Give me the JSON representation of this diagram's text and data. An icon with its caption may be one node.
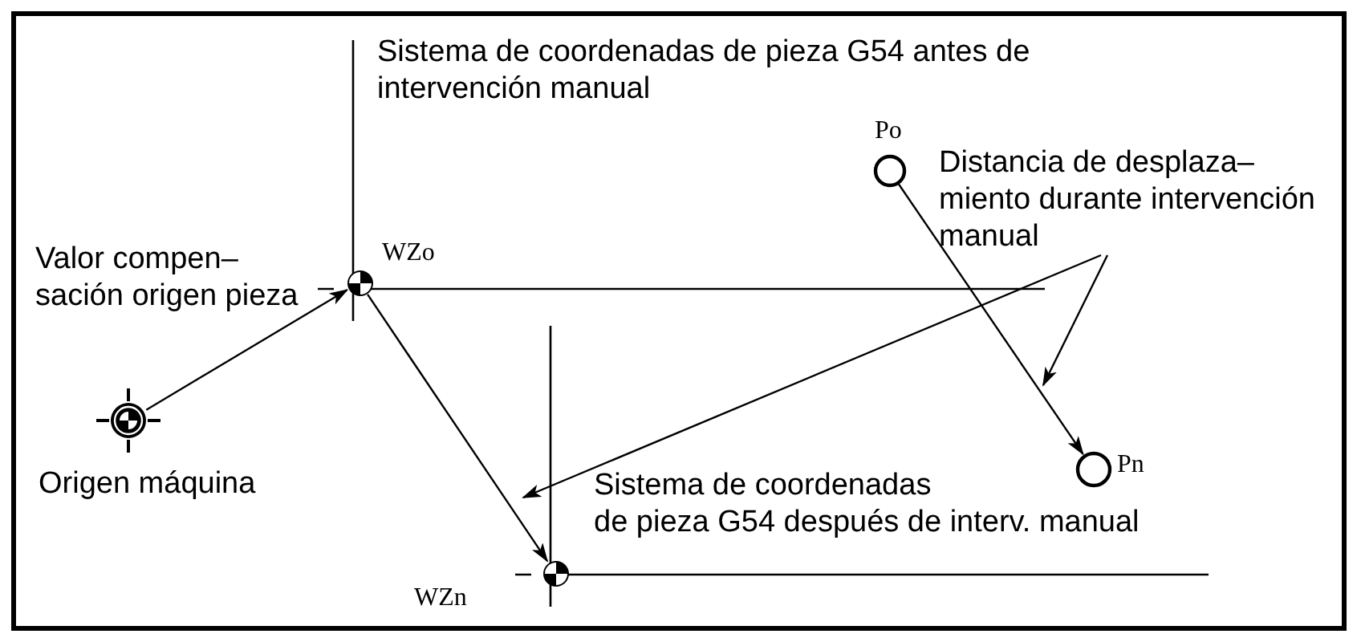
{
  "diagram": {
    "nodes": [
      {
        "text": [],
        "shape": "circle",
        "beside": [
          "Origen máquina"
        ]
      },
      {
        "text": [],
        "shape": "circle",
        "beside": [
          "WZo"
        ]
      },
      {
        "text": [],
        "shape": "circle",
        "beside": [
          "WZn"
        ]
      },
      {
        "text": [],
        "shape": "circle",
        "beside": [
          "Po"
        ]
      },
      {
        "text": [],
        "shape": "circle",
        "beside": [
          "Pn"
        ]
      },
      {
        "text": [
          "Valor compen– sación origen pieza"
        ]
      },
      {
        "text": [
          "Distancia de desplaza– miento durante intervención manual"
        ]
      }
    ],
    "edges": [
      {
        "from": 0,
        "to": 1,
        "arrow": "to"
      },
      {
        "from": 1,
        "to": 2,
        "arrow": "to"
      },
      {
        "from": 3,
        "to": 4,
        "arrow": "to"
      },
      {
        "from": 6,
        "to": null,
        "arrow": "to"
      },
      {
        "from": 6,
        "to": null,
        "arrow": "to"
      }
    ],
    "labels": [
      "Sistema de coordenadas de pieza  G54 antes de intervención manual",
      "Sistema de coordenadas de pieza G54 después de interv. manual"
    ]
  }
}
